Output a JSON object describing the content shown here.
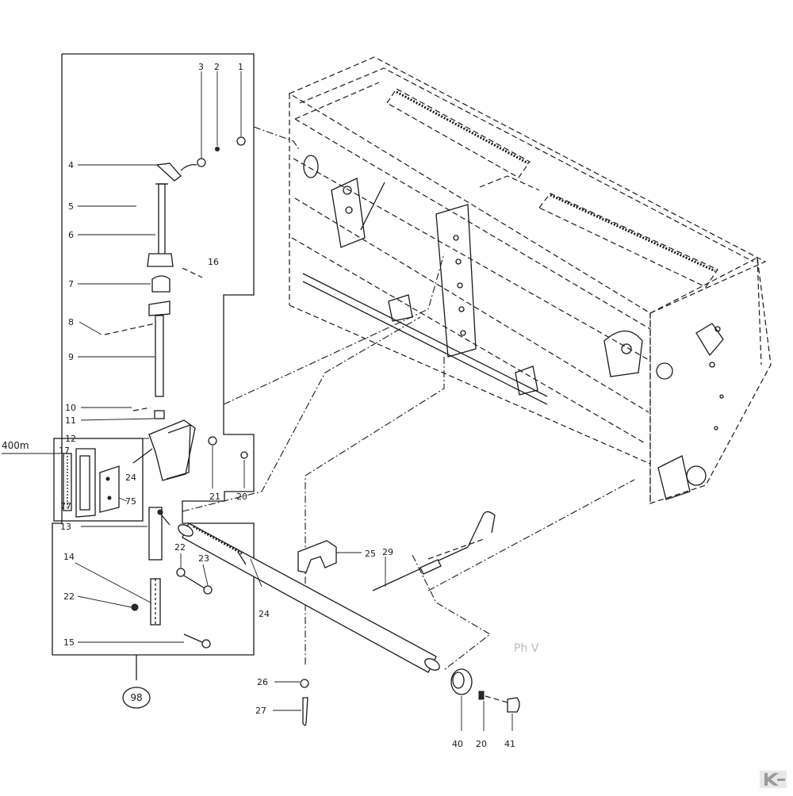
{
  "diagram": {
    "part_numbers": [
      {
        "id": "p1",
        "text": "1"
      },
      {
        "id": "p2",
        "text": "2"
      },
      {
        "id": "p3",
        "text": "3"
      },
      {
        "id": "p4",
        "text": "4"
      },
      {
        "id": "p5",
        "text": "5"
      },
      {
        "id": "p6",
        "text": "6"
      },
      {
        "id": "p16",
        "text": "16"
      },
      {
        "id": "p7",
        "text": "7"
      },
      {
        "id": "p8",
        "text": "8"
      },
      {
        "id": "p9",
        "text": "9"
      },
      {
        "id": "p10",
        "text": "10"
      },
      {
        "id": "p11",
        "text": "11"
      },
      {
        "id": "p12",
        "text": "12"
      },
      {
        "id": "p17a",
        "text": "17"
      },
      {
        "id": "p24a",
        "text": "24"
      },
      {
        "id": "p75",
        "text": "75"
      },
      {
        "id": "p77",
        "text": "77"
      },
      {
        "id": "p13",
        "text": "13"
      },
      {
        "id": "p21",
        "text": "21"
      },
      {
        "id": "p20a",
        "text": "20"
      },
      {
        "id": "p14",
        "text": "14"
      },
      {
        "id": "p22a",
        "text": "22"
      },
      {
        "id": "p23",
        "text": "23"
      },
      {
        "id": "p22b",
        "text": "22"
      },
      {
        "id": "p15",
        "text": "15"
      },
      {
        "id": "p24b",
        "text": "24"
      },
      {
        "id": "p25",
        "text": "25"
      },
      {
        "id": "p29",
        "text": "29"
      },
      {
        "id": "p26",
        "text": "26"
      },
      {
        "id": "p27",
        "text": "27"
      },
      {
        "id": "p40",
        "text": "40"
      },
      {
        "id": "p20b",
        "text": "20"
      },
      {
        "id": "p41",
        "text": "41"
      }
    ],
    "group_label": "98",
    "dimension_label": "400m",
    "stamp_text": "Ph V"
  }
}
